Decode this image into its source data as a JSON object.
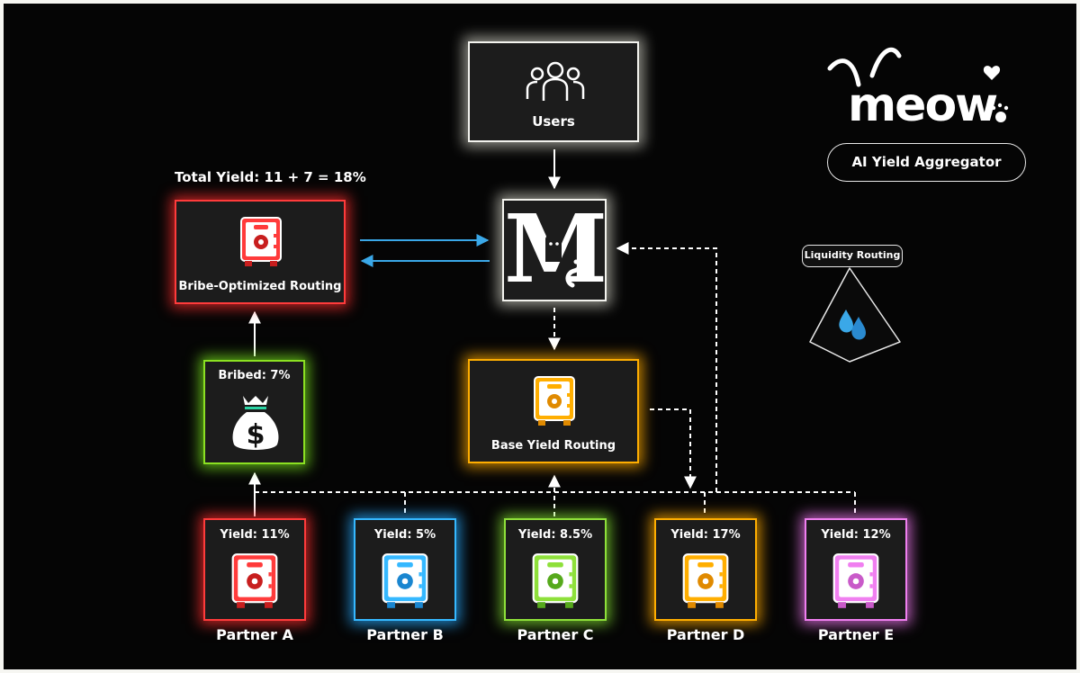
{
  "brand": {
    "logo_text": "meow",
    "tagline": "AI Yield Aggregator"
  },
  "total_yield": "Total Yield: 11 + 7 = 18%",
  "nodes": {
    "users": {
      "label": "Users"
    },
    "router": {
      "letter": "M"
    },
    "bribe_routing": {
      "label": "Bribe-Optimized Routing"
    },
    "bribed": {
      "label": "Bribed: 7%"
    },
    "base_routing": {
      "label": "Base Yield Routing"
    }
  },
  "liquidity_badge": "Liquidity Routing",
  "partners": [
    {
      "name": "Partner A",
      "yield": "Yield: 11%",
      "color": "#ff3b3b",
      "dark": "#c81e1e"
    },
    {
      "name": "Partner B",
      "yield": "Yield: 5%",
      "color": "#35b8ff",
      "dark": "#1a86d0"
    },
    {
      "name": "Partner C",
      "yield": "Yield: 8.5%",
      "color": "#8ee03a",
      "dark": "#56a91c"
    },
    {
      "name": "Partner D",
      "yield": "Yield: 17%",
      "color": "#ffae00",
      "dark": "#e08a00"
    },
    {
      "name": "Partner E",
      "yield": "Yield: 12%",
      "color": "#f07ff0",
      "dark": "#c95ac9"
    }
  ],
  "colors": {
    "background": "#050505",
    "node_fill": "#1c1c1c",
    "arrow_blue": "#3aa8e8",
    "arrow_white": "#ffffff"
  }
}
